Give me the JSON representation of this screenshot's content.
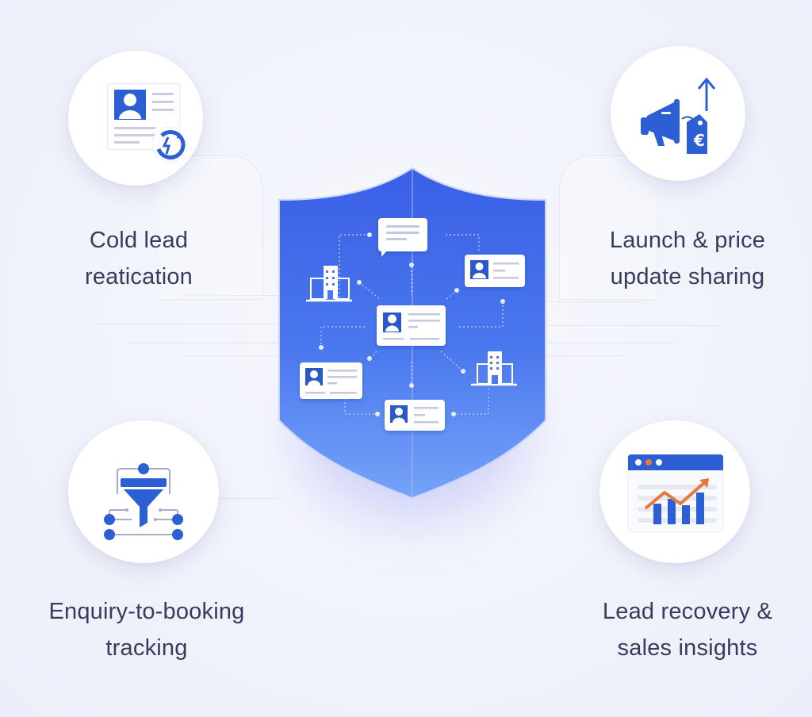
{
  "center": {
    "icon": "shield-network-icon",
    "nodes": [
      {
        "type": "chat-bubble",
        "icon": "chat-bubble-icon"
      },
      {
        "type": "contact-card",
        "icon": "contact-card-icon",
        "position": "top-right"
      },
      {
        "type": "building",
        "icon": "building-icon",
        "position": "left"
      },
      {
        "type": "contact-card",
        "icon": "contact-card-icon",
        "position": "center"
      },
      {
        "type": "contact-card",
        "icon": "contact-card-icon",
        "position": "left-lower"
      },
      {
        "type": "building",
        "icon": "building-icon",
        "position": "right"
      },
      {
        "type": "contact-card",
        "icon": "contact-card-icon",
        "position": "bottom"
      }
    ]
  },
  "features": [
    {
      "id": "cold-lead",
      "icon": "contact-card-refresh-icon",
      "line1": "Cold lead",
      "line2": "reatication"
    },
    {
      "id": "launch-price",
      "icon": "megaphone-price-tag-icon",
      "line1": "Launch & price",
      "line2": "update sharing"
    },
    {
      "id": "enquiry-booking",
      "icon": "funnel-flow-icon",
      "line1": "Enquiry-to-booking",
      "line2": "tracking"
    },
    {
      "id": "lead-recovery",
      "icon": "analytics-chart-icon",
      "line1": "Lead recovery &",
      "line2": "sales insights"
    }
  ],
  "colors": {
    "primary_blue": "#2f62dc",
    "shield_top": "#3a63e6",
    "shield_bottom": "#6f9cf7",
    "text": "#363c5e",
    "accent_orange": "#e8783a",
    "background": "#f1f3fb"
  }
}
